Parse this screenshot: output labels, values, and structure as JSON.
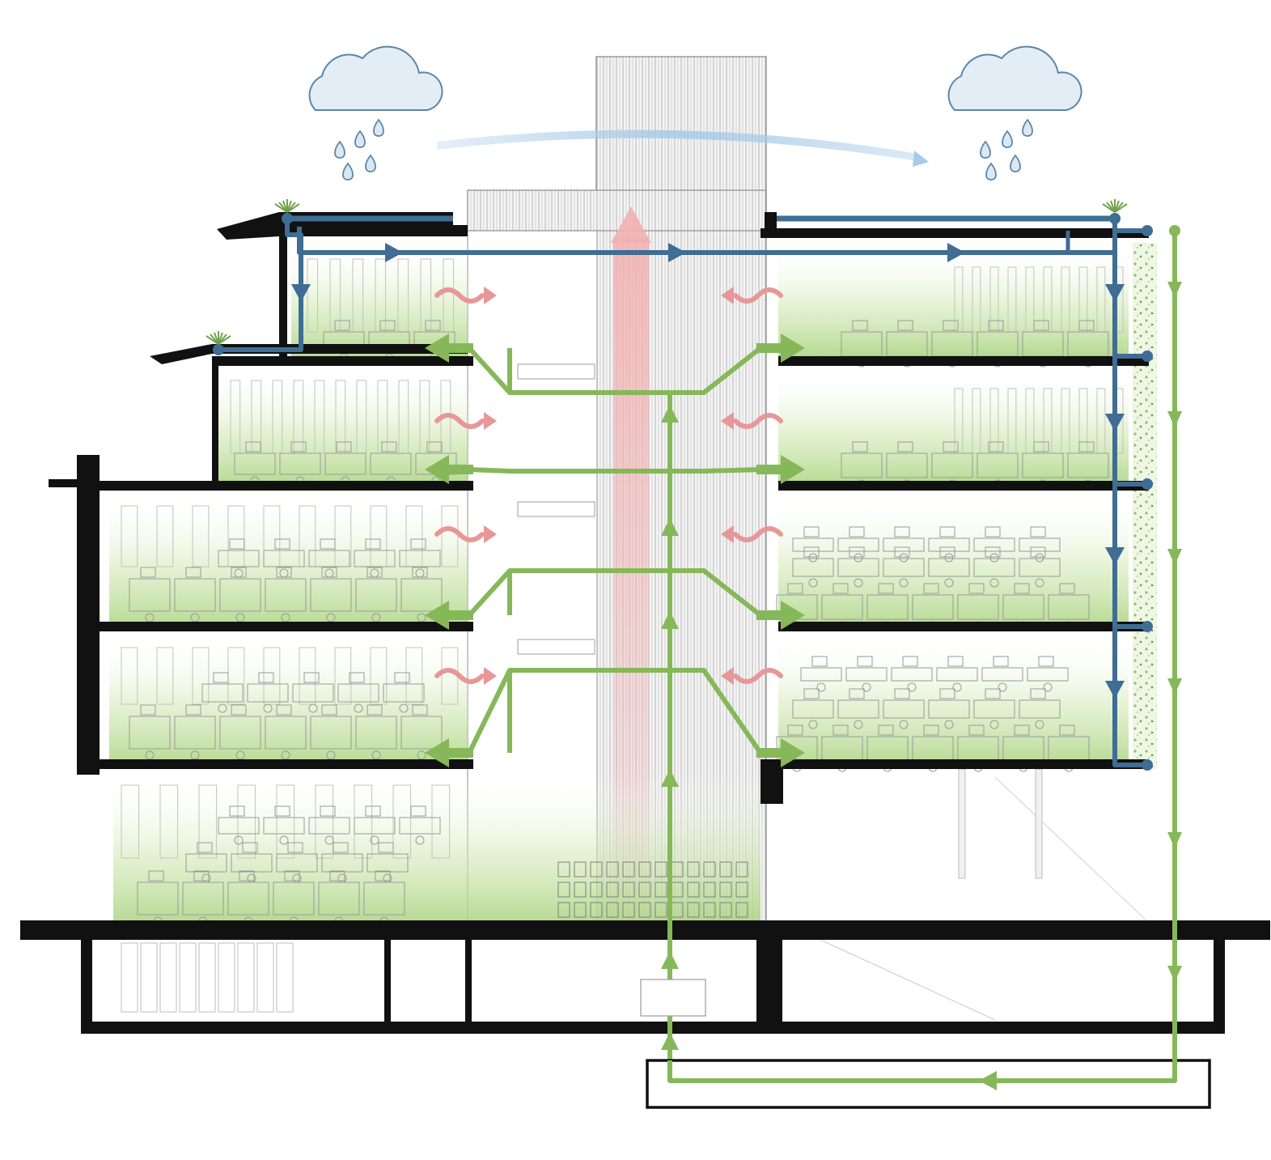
{
  "diagram": {
    "kind": "building-section",
    "floors_above_ground": 5,
    "basement_levels": 1,
    "elements": {
      "clouds": 2,
      "rain-drops-per-cloud": 5,
      "rainwater-collection": "roof-drains-to-downpipes",
      "solar-chimney": "central-atrium-stack-exhaust",
      "fresh-air": "underfloor-supply-from-basement",
      "ground-loop": "below-slab-air-duct"
    }
  },
  "colors": {
    "rain": "#3f6d93",
    "rain_fill": "#dbe7f1",
    "cloud_fill": "#e3edf5",
    "cloud_stroke": "#5b86a8",
    "air_green": "#86b85a",
    "air_green_light": "#d4eab8",
    "heat": "#e79797",
    "stack": "#f2b0b0",
    "wind": "#a9cbe8",
    "structure": "#111111",
    "linework": "#9a9a9a"
  },
  "icons": [
    "cloud-icon",
    "rain-drop-icon",
    "green-roof-plant-icon",
    "flow-arrow-icon",
    "heat-wave-icon"
  ]
}
